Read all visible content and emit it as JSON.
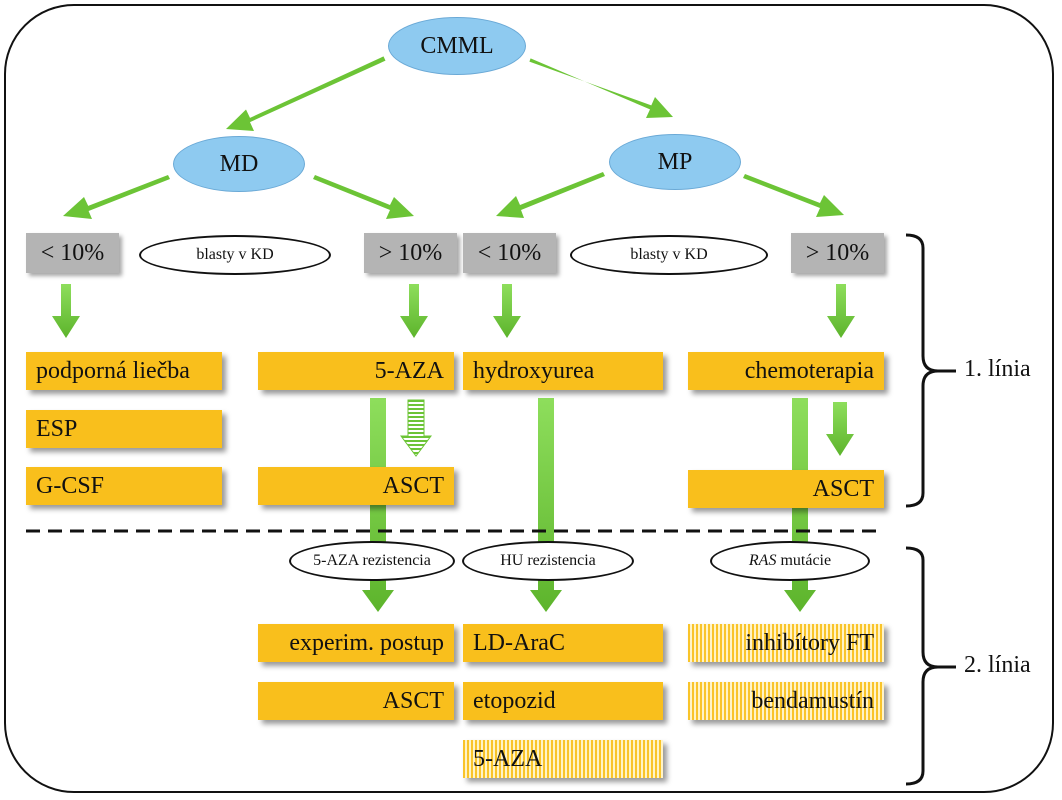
{
  "root": "CMML",
  "md": "MD",
  "mp": "MP",
  "pct_lt": "< 10%",
  "pct_gt": "> 10%",
  "blasty": "blasty v KD",
  "md_low": [
    "podporná liečba",
    "ESP",
    "G-CSF"
  ],
  "md_high": [
    "5-AZA",
    "ASCT"
  ],
  "mp_low": "hydroxyurea",
  "mp_high": [
    "chemoterapia",
    "ASCT"
  ],
  "resist": {
    "aza": "5-AZA rezistencia",
    "hu": "HU rezistencia",
    "ras_italic": "RAS",
    "ras_rest": " mutácie"
  },
  "second_aza": [
    "experim. postup",
    "ASCT"
  ],
  "second_hu": [
    "LD-AraC",
    "etopozid",
    "5-AZA"
  ],
  "second_ras": [
    "inhibítory FT",
    "bendamustín"
  ],
  "lines": {
    "first": "1. línia",
    "second": "2. línia"
  },
  "colors": {
    "ellipse": "#8ecaf0",
    "gray_box": "#b4b4b4",
    "box": "#f9bf1c",
    "arrow": "#6cc436"
  }
}
